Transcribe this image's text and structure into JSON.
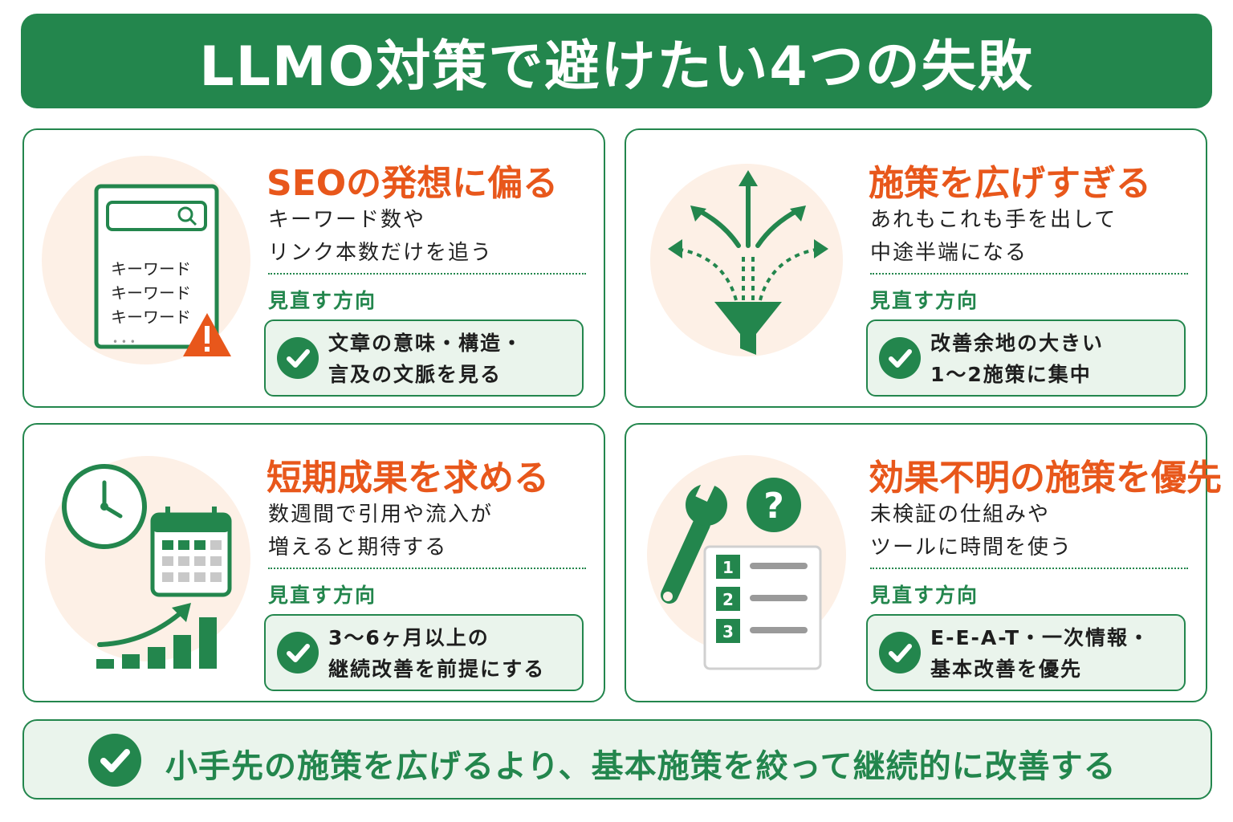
{
  "header": {
    "title": "LLMO対策で避けたい4つの失敗"
  },
  "colors": {
    "primary_green": "#23864d",
    "accent_orange": "#e8571b",
    "soft_green": "#eaf4ec",
    "soft_peach": "#fdf0e6"
  },
  "cards": [
    {
      "title": "SEOの発想に偏る",
      "desc": [
        "キーワード数や",
        "リンク本数だけを追う"
      ],
      "review_label": "見直す方向",
      "solution": [
        "文章の意味・構造・",
        "言及の文脈を見る"
      ],
      "illustration": {
        "icon": "search-keyword-warning-icon",
        "items": [
          "キーワード",
          "キーワード",
          "キーワード"
        ],
        "ellipsis": "• • •"
      }
    },
    {
      "title": "施策を広げすぎる",
      "desc": [
        "あれもこれも手を出して",
        "中途半端になる"
      ],
      "review_label": "見直す方向",
      "solution": [
        "改善余地の大きい",
        "1〜2施策に集中"
      ],
      "illustration": {
        "icon": "funnel-spreading-arrows-icon"
      }
    },
    {
      "title": "短期成果を求める",
      "desc": [
        "数週間で引用や流入が",
        "増えると期待する"
      ],
      "review_label": "見直す方向",
      "solution": [
        "3〜6ヶ月以上の",
        "継続改善を前提にする"
      ],
      "illustration": {
        "icon": "clock-calendar-growth-chart-icon"
      }
    },
    {
      "title": "効果不明の施策を優先",
      "desc": [
        "未検証の仕組みや",
        "ツールに時間を使う"
      ],
      "review_label": "見直す方向",
      "solution": [
        "E-E-A-T・一次情報・",
        "基本改善を優先"
      ],
      "illustration": {
        "icon": "wrench-question-checklist-icon",
        "numbers": [
          "1",
          "2",
          "3"
        ]
      }
    }
  ],
  "footer": {
    "text": "小手先の施策を広げるより、基本施策を絞って継続的に改善する"
  }
}
